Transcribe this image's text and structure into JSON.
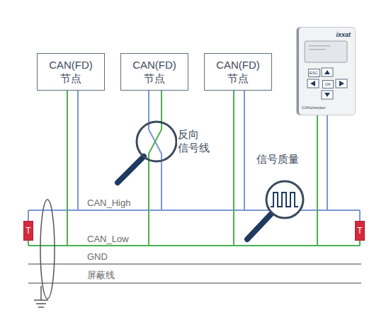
{
  "diagram": {
    "nodes": [
      {
        "text": [
          "CAN(FD) 节点"
        ]
      },
      {
        "text": [
          "CAN(FD) 节点"
        ]
      },
      {
        "text": [
          "CAN(FD) 节点"
        ]
      },
      {
        "text": [
          "ixxat",
          "CANchecker"
        ]
      },
      {
        "text": [
          "ESC"
        ],
        "in": 3
      },
      {
        "text": [
          "OK"
        ],
        "in": 3
      },
      {
        "text": [
          "T"
        ]
      },
      {
        "text": [
          "T"
        ]
      }
    ],
    "labels": [
      "反向 信号线",
      "信号质量",
      "CAN_High",
      "CAN_Low",
      "GND",
      "屏蔽线"
    ]
  }
}
